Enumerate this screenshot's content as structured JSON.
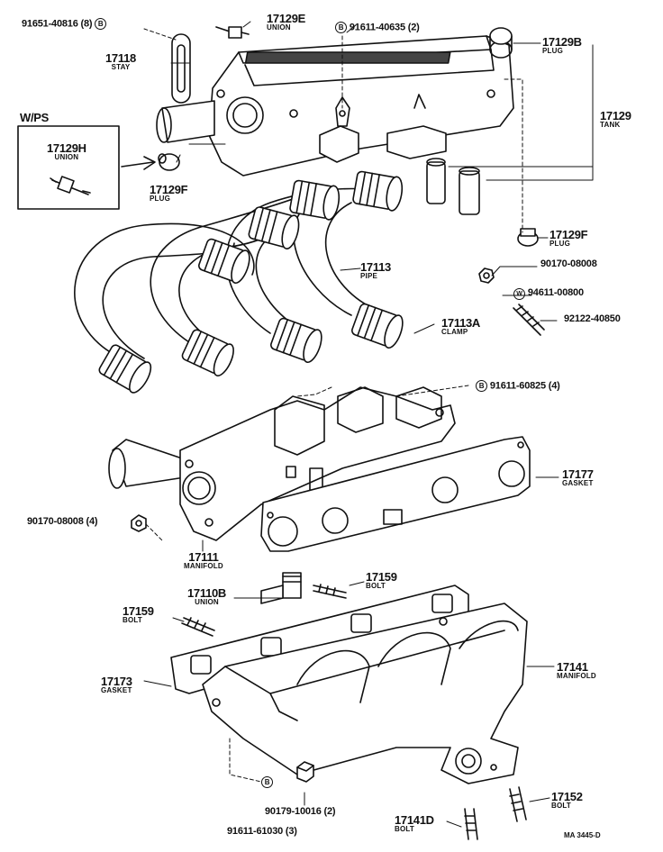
{
  "wps_title": "W/PS",
  "b_mark": "B",
  "w_mark": "W",
  "diagram_code": "MA 3445-D",
  "parts": {
    "p91651": "91651-40816 (8)",
    "p17129E": "17129E",
    "p17129E_name": "UNION",
    "p91611_40635": "91611-40635 (2)",
    "p17129B": "17129B",
    "p17129B_name": "PLUG",
    "p17118": "17118",
    "p17118_name": "STAY",
    "p17129": "17129",
    "p17129_name": "TANK",
    "p17129H": "17129H",
    "p17129H_name": "UNION",
    "p17129F_left": "17129F",
    "p17129F_left_name": "PLUG",
    "p17129F_right": "17129F",
    "p17129F_right_name": "PLUG",
    "p90170_top": "90170-08008",
    "p17113": "17113",
    "p17113_name": "PIPE",
    "p94611": "94611-00800",
    "p92122": "92122-40850",
    "p17113A": "17113A",
    "p17113A_name": "CLAMP",
    "p91611_60825": "91611-60825 (4)",
    "p17177": "17177",
    "p17177_name": "GASKET",
    "p90170_left": "90170-08008 (4)",
    "p17111": "17111",
    "p17111_name": "MANIFOLD",
    "p17159_top": "17159",
    "p17159_top_name": "BOLT",
    "p17110B": "17110B",
    "p17110B_name": "UNION",
    "p17159_left": "17159",
    "p17159_left_name": "BOLT",
    "p17141": "17141",
    "p17141_name": "MANIFOLD",
    "p17173": "17173",
    "p17173_name": "GASKET",
    "p90179": "90179-10016 (2)",
    "p17152": "17152",
    "p17152_name": "BOLT",
    "p17141D": "17141D",
    "p17141D_name": "BOLT",
    "p91611_61030": "91611-61030 (3)"
  }
}
